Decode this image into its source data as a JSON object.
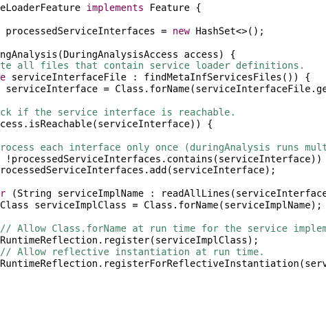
{
  "editor": {
    "colors": {
      "background": "#ffffff",
      "text": "#000000",
      "keyword": "#7f0055",
      "comment": "#3f7f5f"
    },
    "lines": [
      [
        {
          "t": "eLoaderFeature ",
          "k": "tx"
        },
        {
          "t": "implements",
          "k": "kw"
        },
        {
          "t": " Feature {",
          "k": "tx"
        }
      ],
      [],
      [
        {
          "t": " processedServiceInterfaces = ",
          "k": "tx"
        },
        {
          "t": "new",
          "k": "kw"
        },
        {
          "t": " HashSet<>();",
          "k": "tx"
        }
      ],
      [],
      [
        {
          "t": "ngAnalysis(DuringAnalysisAccess access) {",
          "k": "tx"
        }
      ],
      [
        {
          "t": "te all files that contain service loader definitions.",
          "k": "cm"
        }
      ],
      [
        {
          "t": "e",
          "k": "kw"
        },
        {
          "t": " serviceInterfaceFile : findMetaInfServicesFiles()) {",
          "k": "tx"
        }
      ],
      [
        {
          "t": " serviceInterface = Class.forName(serviceInterfaceFile.getNa",
          "k": "tx"
        }
      ],
      [],
      [
        {
          "t": "ck if the service interface is reachable.",
          "k": "cm"
        }
      ],
      [
        {
          "t": "cess.isReachable(serviceInterface)) {",
          "k": "tx"
        }
      ],
      [],
      [
        {
          "t": "rocess each interface only once (duringAnalysis runs multip",
          "k": "cm"
        }
      ],
      [
        {
          "t": " !processedServiceInterfaces.contains(serviceInterface)) {",
          "k": "tx"
        }
      ],
      [
        {
          "t": "rocessedServiceInterfaces.add(serviceInterface);",
          "k": "tx"
        }
      ],
      [],
      [
        {
          "t": "r",
          "k": "kw"
        },
        {
          "t": " (String serviceImplName : readAllLines(serviceInterfaceFi",
          "k": "tx"
        }
      ],
      [
        {
          "t": "Class serviceImplClass = Class.forName(serviceImplName);",
          "k": "tx"
        }
      ],
      [],
      [
        {
          "t": "// Allow Class.forName at run time for the service implemen",
          "k": "cm"
        }
      ],
      [
        {
          "t": "RuntimeReflection.register(serviceImplClass);",
          "k": "tx"
        }
      ],
      [
        {
          "t": "// Allow reflective instantiation at run time.",
          "k": "cm"
        }
      ],
      [
        {
          "t": "RuntimeReflection.registerForReflectiveInstantiation(servic",
          "k": "tx"
        }
      ]
    ]
  }
}
